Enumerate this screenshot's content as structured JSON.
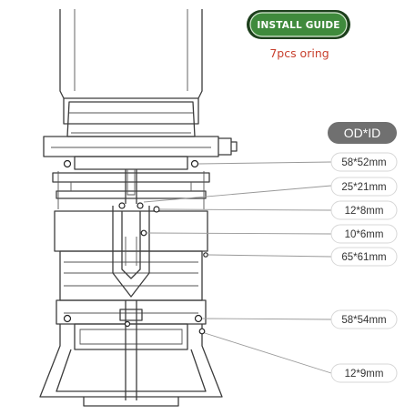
{
  "guide": {
    "badge_label": "INSTALL GUIDE",
    "subtitle": "7pcs oring",
    "header_label": "OD*ID",
    "colors": {
      "badge_green": "#3f8a3c",
      "badge_dark": "#1d3f1c",
      "subtitle_red": "#c8402e",
      "header_gray": "#707070"
    }
  },
  "orings": [
    {
      "size": "58*52mm"
    },
    {
      "size": "25*21mm"
    },
    {
      "size": "12*8mm"
    },
    {
      "size": "10*6mm"
    },
    {
      "size": "65*61mm"
    },
    {
      "size": "58*54mm"
    },
    {
      "size": "12*9mm"
    }
  ]
}
